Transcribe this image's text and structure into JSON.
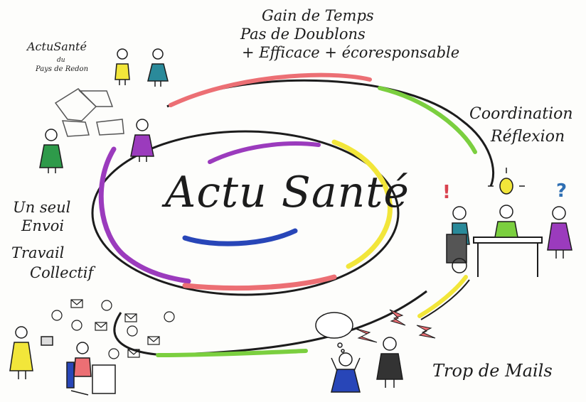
{
  "center": {
    "title": "Actu Santé"
  },
  "top_benefits": {
    "line1": "Gain de Temps",
    "line2": "Pas de Doublons",
    "line3": "+ Efficace  + écoresponsable"
  },
  "top_left_brand": {
    "title": "ActuSanté",
    "du": "du",
    "pays": "Pays de Redon"
  },
  "right_labels": {
    "line1": "Coordination",
    "line2": "Réflexion"
  },
  "left_labels": {
    "line1": "Un seul",
    "line2": "Envoi",
    "line3": "Travail",
    "line4": "Collectif"
  },
  "bottom_right_label": "Trop de Mails",
  "marks": {
    "exclamation": "!",
    "question": "?"
  },
  "colors": {
    "ink": "#1c1c1c",
    "red": "#ec6f74",
    "green": "#7bcf3f",
    "yellow": "#f2e63a",
    "purple": "#9b3bbd",
    "blue": "#2846b8"
  }
}
